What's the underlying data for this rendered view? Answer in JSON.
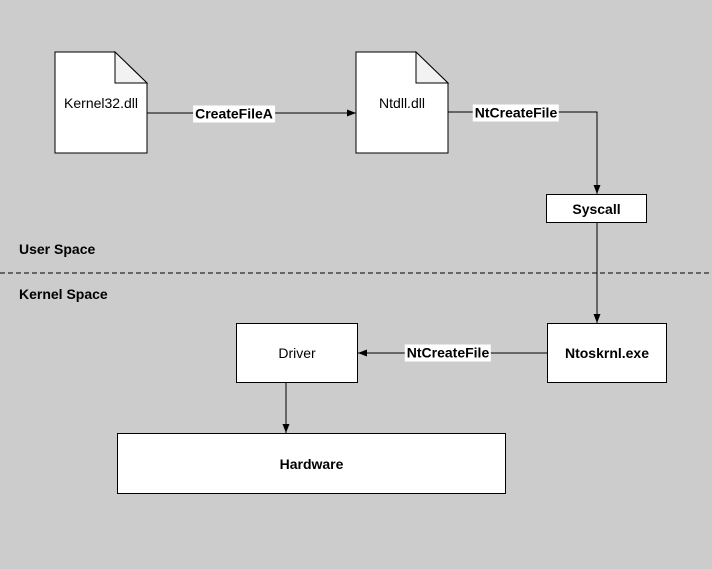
{
  "diagram": {
    "colors": {
      "background": "#cccccc",
      "node_fill": "#ffffff",
      "fold_fill": "#f2f2f2",
      "stroke": "#000000",
      "text": "#000000",
      "edge_label_background": "#ffffff"
    },
    "regions": {
      "user_space_label": "User Space",
      "kernel_space_label": "Kernel Space"
    },
    "nodes": {
      "kernel32": {
        "label": "Kernel32.dll",
        "shape": "document",
        "region": "user-space"
      },
      "ntdll": {
        "label": "Ntdll.dll",
        "shape": "document",
        "region": "user-space"
      },
      "syscall": {
        "label": "Syscall",
        "shape": "rectangle",
        "region": "user-space"
      },
      "ntoskrnl": {
        "label": "Ntoskrnl.exe",
        "shape": "rectangle",
        "region": "kernel-space"
      },
      "driver": {
        "label": "Driver",
        "shape": "rectangle",
        "region": "kernel-space"
      },
      "hardware": {
        "label": "Hardware",
        "shape": "rectangle",
        "region": "kernel-space"
      }
    },
    "edges": {
      "createfilea": {
        "label": "CreateFileA",
        "from": "kernel32",
        "to": "ntdll"
      },
      "ntcreatefile_user": {
        "label": "NtCreateFile",
        "from": "ntdll",
        "to": "syscall"
      },
      "syscall_to_ntoskrnl": {
        "label": "",
        "from": "syscall",
        "to": "ntoskrnl"
      },
      "ntcreatefile_kernel": {
        "label": "NtCreateFile",
        "from": "ntoskrnl",
        "to": "driver"
      },
      "driver_to_hardware": {
        "label": "",
        "from": "driver",
        "to": "hardware"
      }
    }
  }
}
